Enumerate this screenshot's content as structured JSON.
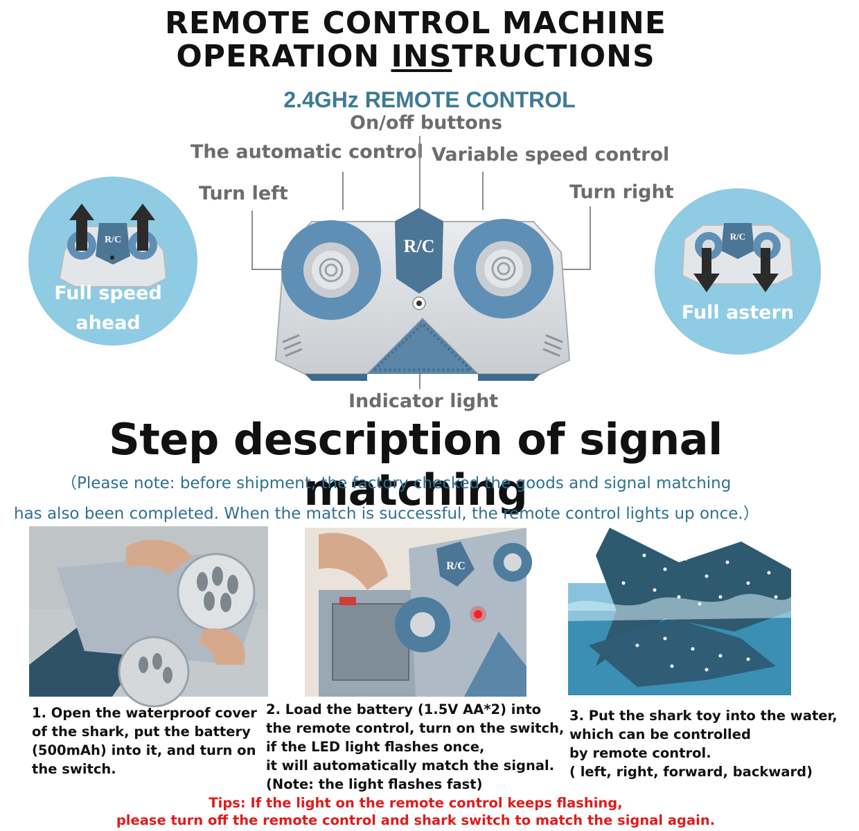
{
  "header": {
    "title_line1": "REMOTE CONTROL MACHINE",
    "title_line2_a": "OPERATION ",
    "title_line2_b": "INS",
    "title_line2_c": "TRUCTIONS",
    "remote_title": "2.4GHz REMOTE CONTROL"
  },
  "remote": {
    "logo": "R/C",
    "labels": {
      "on_off": "On/off buttons",
      "automatic": "The automatic control",
      "variable_speed": "Variable speed control",
      "turn_left": "Turn left",
      "turn_right": "Turn right",
      "indicator": "Indicator light"
    },
    "left_circle": {
      "line1": "Full speed",
      "line2": "ahead"
    },
    "right_circle": {
      "line1": "Full astern"
    }
  },
  "steps": {
    "title": "Step description of signal matching",
    "note_line1": "（Please note: before shipment, the factory checked the goods and signal matching",
    "note_line2": "has also been completed. When the match is successful, the remote control lights up once.）",
    "step1": [
      "1. Open the waterproof cover",
      "of the shark, put the battery",
      "(500mAh) into it, and turn on",
      " the switch."
    ],
    "step2": [
      "2. Load the battery (1.5V AA*2) into",
      "the remote control, turn on the switch,",
      "if the LED light flashes once,",
      "it will automatically match the signal.",
      "  (Note: the light flashes fast)"
    ],
    "step3": [
      "3. Put the shark toy into the water,",
      " which can be controlled",
      "by remote control.",
      "( left, right, forward, backward)"
    ]
  },
  "tips": {
    "line1": "Tips: If the light on the remote control keeps flashing,",
    "line2": "please turn off the remote control and shark switch to match the signal again."
  },
  "colors": {
    "accent_blue": "#3d7a96",
    "circle_blue": "#8fcbe3",
    "tips_red": "#e01b1b",
    "remote_gray": "#d9dcdf",
    "remote_blue": "#5b86a8"
  }
}
